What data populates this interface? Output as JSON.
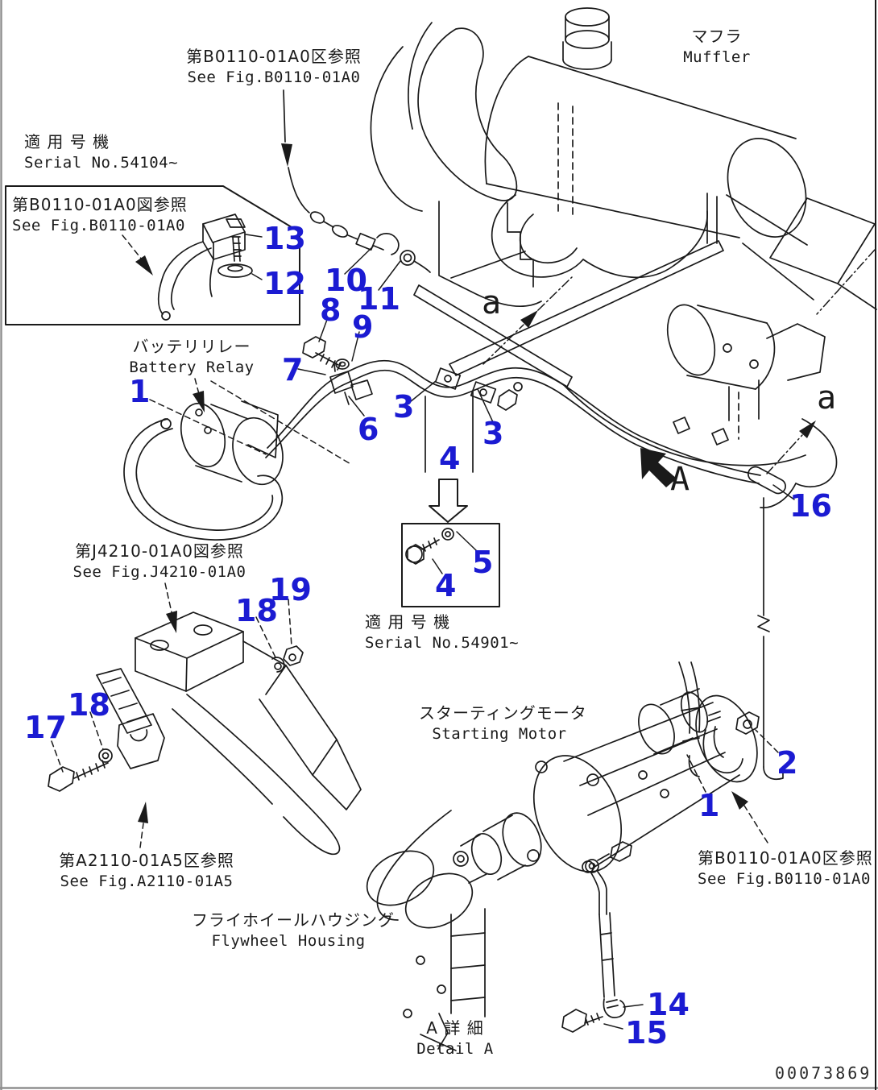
{
  "doc": {
    "number": "00073869"
  },
  "colors": {
    "callout_blue": "#1b1bd2",
    "line": "#1a1a1a"
  },
  "labels": {
    "muffler": {
      "jp": "マフラ",
      "en": "Muffler"
    },
    "ref_b0110_top": {
      "jp": "第B0110-01A0区参照",
      "en": "See Fig.B0110-01A0"
    },
    "serial_upper": {
      "jp": "適 用 号 機",
      "en": "Serial No.54104~"
    },
    "ref_b0110_box": {
      "jp": "第B0110-01A0図参照",
      "en": "See Fig.B0110-01A0"
    },
    "battery_relay": {
      "jp": "バッテリリレー",
      "en": "Battery Relay"
    },
    "ref_j4210": {
      "jp": "第J4210-01A0図参照",
      "en": "See Fig.J4210-01A0"
    },
    "serial_lower": {
      "jp": "適 用 号 機",
      "en": "Serial No.54901~"
    },
    "starting_motor": {
      "jp": "スターティングモータ",
      "en": "Starting Motor"
    },
    "ref_a2110": {
      "jp": "第A2110-01A5区参照",
      "en": "See Fig.A2110-01A5"
    },
    "flywheel_housing": {
      "jp": "フライホイールハウジング",
      "en": "Flywheel Housing"
    },
    "detail_a": {
      "jp": "A 詳 細",
      "en": "Detail A"
    },
    "ref_b0110_bottom": {
      "jp": "第B0110-01A0区参照",
      "en": "See Fig.B0110-01A0"
    },
    "view_letter": "A",
    "conn_letter_mid": "a",
    "conn_letter_right": "a"
  },
  "callouts": [
    {
      "label": "13"
    },
    {
      "label": "12"
    },
    {
      "label": "10"
    },
    {
      "label": "11"
    },
    {
      "label": "8"
    },
    {
      "label": "9"
    },
    {
      "label": "7"
    },
    {
      "label": "1"
    },
    {
      "label": "6"
    },
    {
      "label": "3"
    },
    {
      "label": "3"
    },
    {
      "label": "4"
    },
    {
      "label": "4"
    },
    {
      "label": "5"
    },
    {
      "label": "16"
    },
    {
      "label": "18"
    },
    {
      "label": "19"
    },
    {
      "label": "17"
    },
    {
      "label": "18"
    },
    {
      "label": "2"
    },
    {
      "label": "1"
    },
    {
      "label": "14"
    },
    {
      "label": "15"
    }
  ]
}
